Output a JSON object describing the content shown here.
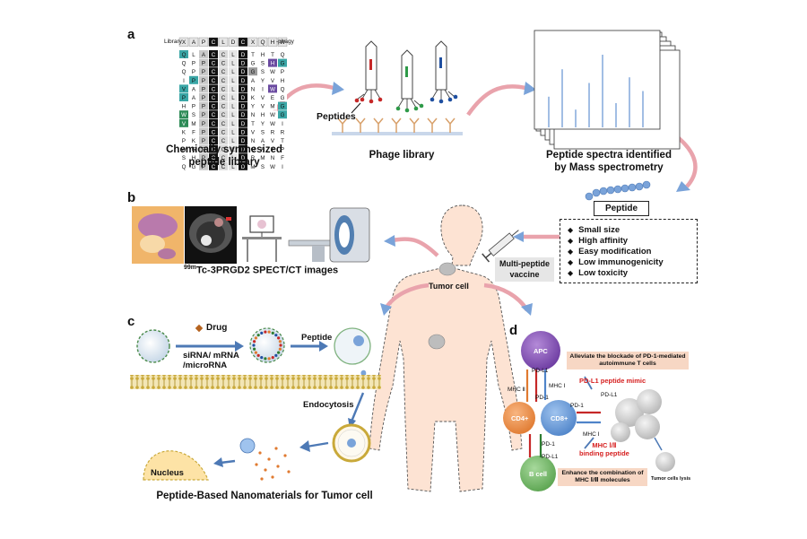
{
  "panels": {
    "a": {
      "letter": "a",
      "library_header": "Library",
      "phagy": "-phagy",
      "header_seq": [
        "X",
        "A",
        "P",
        "C",
        "L",
        "D",
        "C",
        "X",
        "Q",
        "H",
        "W"
      ],
      "peptide_rows": [
        [
          "Q",
          "L",
          "A",
          "C",
          "C",
          "L",
          "D",
          "T",
          "H",
          "T",
          "Q"
        ],
        [
          "Q",
          "P",
          "P",
          "C",
          "C",
          "L",
          "D",
          "G",
          "S",
          "H",
          "G"
        ],
        [
          "Q",
          "P",
          "P",
          "C",
          "C",
          "L",
          "D",
          "G",
          "S",
          "W",
          "P"
        ],
        [
          "I",
          "P",
          "P",
          "C",
          "C",
          "L",
          "D",
          "A",
          "Y",
          "V",
          "H"
        ],
        [
          "V",
          "A",
          "P",
          "C",
          "C",
          "L",
          "D",
          "N",
          "I",
          "W",
          "Q"
        ],
        [
          "P",
          "A",
          "P",
          "C",
          "C",
          "L",
          "D",
          "K",
          "V",
          "E",
          "G"
        ],
        [
          "H",
          "P",
          "P",
          "C",
          "C",
          "L",
          "D",
          "Y",
          "V",
          "M",
          "G"
        ],
        [
          "W",
          "S",
          "P",
          "C",
          "C",
          "L",
          "D",
          "N",
          "H",
          "W",
          "G"
        ],
        [
          "V",
          "M",
          "P",
          "C",
          "C",
          "L",
          "D",
          "T",
          "Y",
          "W",
          "I"
        ],
        [
          "K",
          "F",
          "P",
          "C",
          "C",
          "L",
          "D",
          "V",
          "S",
          "R",
          "R"
        ],
        [
          "P",
          "K",
          "P",
          "C",
          "C",
          "L",
          "D",
          "N",
          "A",
          "V",
          "T"
        ],
        [
          "W",
          "G",
          "P",
          "C",
          "C",
          "L",
          "D",
          "Q",
          "A",
          "Y",
          "P"
        ],
        [
          "S",
          "H",
          "P",
          "C",
          "C",
          "L",
          "D",
          "R",
          "M",
          "N",
          "F"
        ],
        [
          "Q",
          "G",
          "P",
          "C",
          "C",
          "L",
          "D",
          "M",
          "S",
          "W",
          "I"
        ]
      ],
      "peptides_label": "Peptides",
      "caption_library": [
        "Chemically synthesized",
        "peptide library"
      ],
      "caption_phage": "Phage library",
      "caption_ms": [
        "Peptide spectra identified",
        "by Mass spectrometry"
      ],
      "ms_peaks": [
        0.38,
        0.72,
        0.22,
        0.55,
        0.9,
        0.3,
        0.62,
        0.45
      ]
    },
    "b": {
      "letter": "b",
      "spect_pre": "99m",
      "spect_main": "Tc-3PRGD2 SPECT/CT images"
    },
    "peptide": {
      "box_label": "Peptide",
      "properties": [
        "Small size",
        "High affinity",
        "Easy modification",
        "Low immunogenicity",
        "Low toxicity"
      ]
    },
    "center": {
      "vaccine": [
        "Multi-peptide",
        "vaccine"
      ],
      "tumor_cell": "Tumor cell"
    },
    "c": {
      "letter": "c",
      "drug": "Drug",
      "sirna": [
        "siRNA/ mRNA",
        "/microRNA"
      ],
      "peptide": "Peptide",
      "endocytosis": "Endocytosis",
      "nucleus": "Nucleus",
      "caption": "Peptide-Based Nanomaterials for Tumor cell"
    },
    "d": {
      "letter": "d",
      "apc": "APC",
      "cd4": "CD4+",
      "cd8": "CD8+",
      "bcell": "B cell",
      "pdl1": "PD-L1",
      "pd1": "PD-1",
      "mhc2": "MHC Ⅱ",
      "mhc1": "MHC Ⅰ",
      "note_top": [
        "Alleviate the blockade of PD-1-mediated",
        "autoimmune T cells"
      ],
      "mimic": "PD-L1 peptide mimic",
      "binding": [
        "MHC Ⅰ/Ⅱ",
        "binding peptide"
      ],
      "note_bottom": [
        "Enhance the combination of",
        "MHC Ⅰ/Ⅱ molecules"
      ],
      "lysis": "Tumor cells lysis"
    }
  }
}
